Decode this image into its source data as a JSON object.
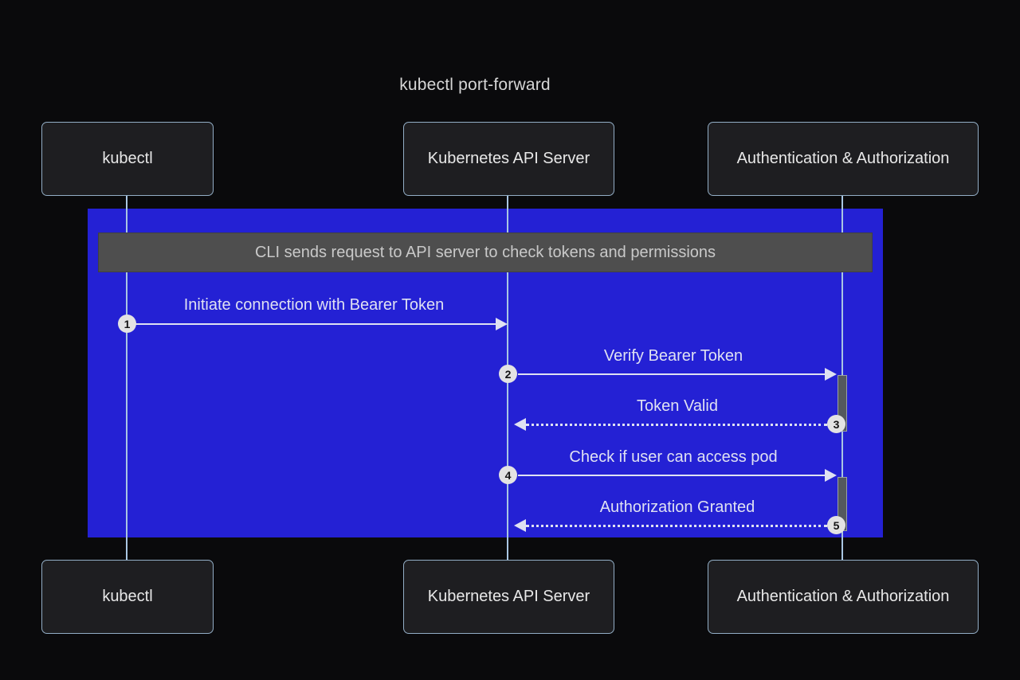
{
  "title": "kubectl port-forward",
  "participants": [
    {
      "label": "kubectl"
    },
    {
      "label": "Kubernetes API Server"
    },
    {
      "label": "Authentication & Authorization"
    }
  ],
  "note": {
    "text": "CLI sends request to API server to check tokens and permissions"
  },
  "messages": [
    {
      "num": "1",
      "label": "Initiate connection with Bearer Token",
      "from": "kubectl",
      "to": "Kubernetes API Server",
      "type": "solid"
    },
    {
      "num": "2",
      "label": "Verify Bearer Token",
      "from": "Kubernetes API Server",
      "to": "Authentication & Authorization",
      "type": "solid"
    },
    {
      "num": "3",
      "label": "Token Valid",
      "from": "Authentication & Authorization",
      "to": "Kubernetes API Server",
      "type": "dashed"
    },
    {
      "num": "4",
      "label": "Check if user can access pod",
      "from": "Kubernetes API Server",
      "to": "Authentication & Authorization",
      "type": "solid"
    },
    {
      "num": "5",
      "label": "Authorization Granted",
      "from": "Authentication & Authorization",
      "to": "Kubernetes API Server",
      "type": "dashed"
    }
  ],
  "colors": {
    "background": "#0a0a0c",
    "highlight_blue": "#2421d4",
    "note_fill": "#4e4e4e",
    "box_fill": "#1e1e21",
    "box_border": "#93aec6",
    "lifeline": "#a9c6e2",
    "arrow": "#dfe1f2",
    "badge_fill": "#e3e3e3",
    "badge_text": "#141414",
    "activation_fill": "#54595d"
  }
}
